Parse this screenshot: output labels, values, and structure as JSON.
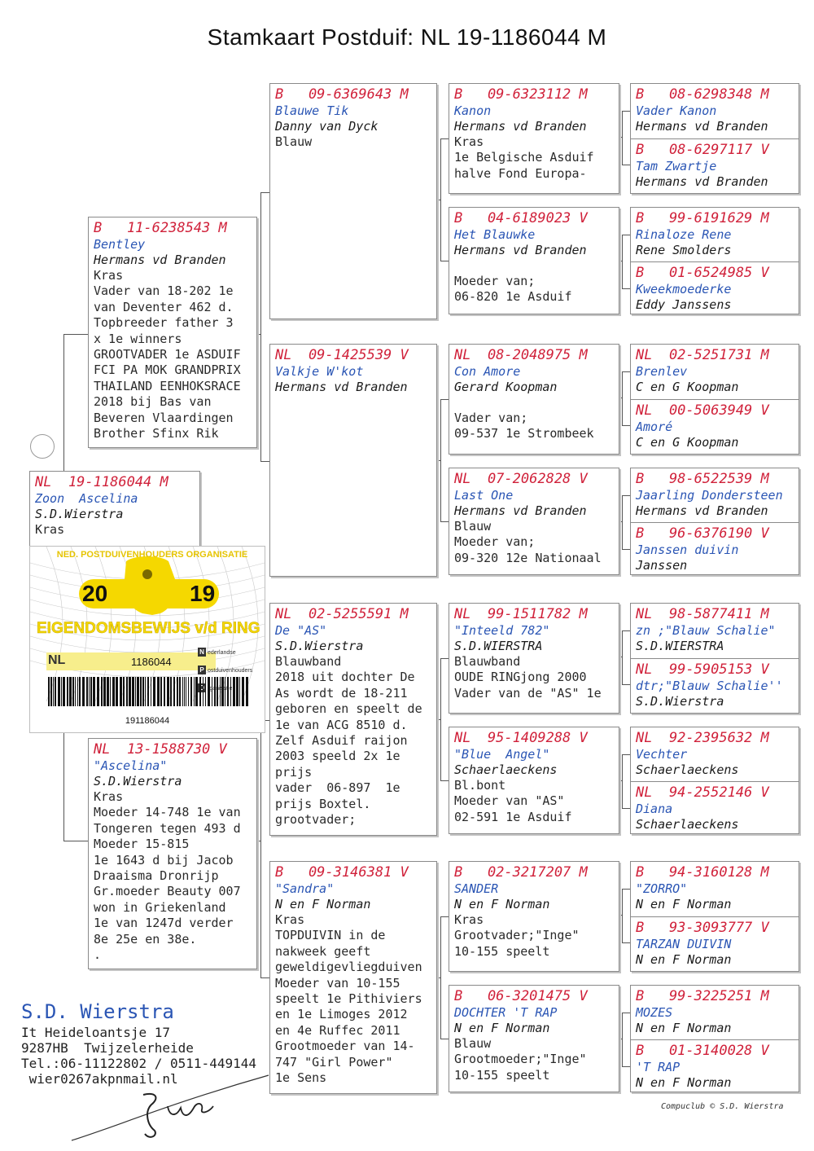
{
  "title": "Stamkaart Postduif: NL  19-1186044 M",
  "subject": {
    "ring": "NL  19-1186044 M",
    "name": "Zoon  Ascelina",
    "breeder": "S.D.Wierstra",
    "lines": [
      "Kras"
    ]
  },
  "sire": {
    "ring": "B   11-6238543 M",
    "name": "Bentley",
    "breeder": "Hermans vd Branden",
    "lines": [
      "Kras",
      "Vader van 18-202 1e",
      "van Deventer 462 d.",
      "Topbreeder father 3",
      "x 1e winners",
      "GROOTVADER 1e ASDUIF",
      "FCI PA MOK GRANDPRIX",
      "THAILAND EENHOKSRACE",
      "2018 bij Bas van",
      "Beveren Vlaardingen",
      "Brother Sfinx Rik"
    ]
  },
  "dam": {
    "ring": "NL  13-1588730 V",
    "name": "\"Ascelina\"",
    "breeder": "S.D.Wierstra",
    "lines": [
      "Kras",
      "Moeder 14-748 1e van",
      "Tongeren tegen 493 d",
      "Moeder 15-815",
      "1e 1643 d bij Jacob",
      "Draaisma Dronrijp",
      "Gr.moeder Beauty 007",
      "won in Griekenland",
      "1e van 1247d verder",
      "8e 25e en 38e.",
      "."
    ]
  },
  "gen2": [
    {
      "ring": "B   09-6369643 M",
      "name": "Blauwe Tik",
      "breeder": "Danny van Dyck",
      "lines": [
        "Blauw"
      ]
    },
    {
      "ring": "NL  09-1425539 V",
      "name": "Valkje W'kot",
      "breeder": "Hermans vd Branden",
      "lines": []
    },
    {
      "ring": "NL  02-5255591 M",
      "name": "De \"AS\"",
      "breeder": "S.D.Wierstra",
      "lines": [
        "Blauwband",
        "2018 uit dochter De",
        "As wordt de 18-211",
        "geboren en speelt de",
        "1e van ACG 8510 d.",
        "Zelf Asduif raijon",
        "2003 speeld 2x 1e",
        "prijs",
        "vader  06-897  1e",
        "prijs Boxtel.",
        "grootvader;"
      ]
    },
    {
      "ring": "B   09-3146381 V",
      "name": "\"Sandra\"",
      "breeder": "N en F Norman",
      "lines": [
        "Kras",
        "TOPDUIVIN in de",
        "nakweek geeft",
        "geweldigevliegduiven",
        "Moeder van 10-155",
        "speelt 1e Pithiviers",
        "en 1e Limoges 2012",
        "en 4e Ruffec 2011",
        "Grootmoeder van 14-",
        "747 \"Girl Power\"",
        "1e Sens"
      ]
    }
  ],
  "gen3": [
    {
      "ring": "B   09-6323112 M",
      "name": "Kanon",
      "breeder": "Hermans vd Branden",
      "gap": false,
      "lines": [
        "Kras",
        "1e Belgische Asduif",
        "halve Fond Europa-"
      ]
    },
    {
      "ring": "B   04-6189023 V",
      "name": "Het Blauwke",
      "breeder": "Hermans vd Branden",
      "gap": true,
      "lines": [
        "Moeder van;",
        "06-820 1e Asduif"
      ]
    },
    {
      "ring": "NL  08-2048975 M",
      "name": "Con Amore",
      "breeder": "Gerard Koopman",
      "gap": true,
      "lines": [
        "Vader van;",
        "09-537 1e Strombeek"
      ]
    },
    {
      "ring": "NL  07-2062828 V",
      "name": "Last One",
      "breeder": "Hermans vd Branden",
      "gap": false,
      "lines": [
        "Blauw",
        "Moeder van;",
        "09-320 12e Nationaal"
      ]
    },
    {
      "ring": "NL  99-1511782 M",
      "name": "\"Inteeld 782\"",
      "breeder": "S.D.WIERSTRA",
      "gap": false,
      "lines": [
        "Blauwband",
        "OUDE RINGjong 2000",
        "Vader van de \"AS\" 1e"
      ]
    },
    {
      "ring": "NL  95-1409288 V",
      "name": "\"Blue  Angel\"",
      "breeder": "Schaerlaeckens",
      "gap": false,
      "lines": [
        "Bl.bont",
        "Moeder van \"AS\"",
        "02-591 1e Asduif"
      ]
    },
    {
      "ring": "B   02-3217207 M",
      "name": "SANDER",
      "breeder": "N en F Norman",
      "gap": false,
      "lines": [
        "Kras",
        "Grootvader;\"Inge\"",
        "10-155 speelt"
      ]
    },
    {
      "ring": "B   06-3201475 V",
      "name": "DOCHTER 'T RAP",
      "breeder": "N en F Norman",
      "gap": false,
      "lines": [
        "Blauw",
        "Grootmoeder;\"Inge\"",
        "10-155 speelt"
      ]
    }
  ],
  "gen4": [
    {
      "ring": "B   08-6298348 M",
      "name": "Vader Kanon",
      "breeder": "Hermans vd Branden"
    },
    {
      "ring": "B   08-6297117 V",
      "name": "Tam Zwartje",
      "breeder": "Hermans vd Branden"
    },
    {
      "ring": "B   99-6191629 M",
      "name": "Rinaloze Rene",
      "breeder": "Rene Smolders"
    },
    {
      "ring": "B   01-6524985 V",
      "name": "Kweekmoederke",
      "breeder": "Eddy Janssens"
    },
    {
      "ring": "NL  02-5251731 M",
      "name": "Brenlev",
      "breeder": "C en G Koopman"
    },
    {
      "ring": "NL  00-5063949 V",
      "name": "Amoré",
      "breeder": "C en G Koopman"
    },
    {
      "ring": "B   98-6522539 M",
      "name": "Jaarling Dondersteen",
      "breeder": "Hermans vd Branden"
    },
    {
      "ring": "B   96-6376190 V",
      "name": "Janssen duivin",
      "breeder": "Janssen"
    },
    {
      "ring": "NL  98-5877411 M",
      "name": "zn ;\"Blauw Schalie\"",
      "breeder": "S.D.WIERSTRA"
    },
    {
      "ring": "NL  99-5905153 V",
      "name": "dtr;\"Blauw Schalie''",
      "breeder": "S.D.Wierstra"
    },
    {
      "ring": "NL  92-2395632 M",
      "name": "Vechter",
      "breeder": "Schaerlaeckens"
    },
    {
      "ring": "NL  94-2552146 V",
      "name": "Diana",
      "breeder": "Schaerlaeckens"
    },
    {
      "ring": "B   94-3160128 M",
      "name": "\"ZORRO\"",
      "breeder": "N en F Norman"
    },
    {
      "ring": "B   93-3093777 V",
      "name": "TARZAN DUIVIN",
      "breeder": "N en F Norman"
    },
    {
      "ring": "B   99-3225251 M",
      "name": "MOZES",
      "breeder": "N en F Norman"
    },
    {
      "ring": "B   01-3140028 V",
      "name": "'T RAP",
      "breeder": "N en F Norman"
    }
  ],
  "certificate": {
    "org": "NED. POSTDUIVENHOUDERS ORGANISATIE",
    "year_left": "20",
    "year_right": "19",
    "title": "EIGENDOMSBEWIJS v/d RING",
    "country": "NL",
    "number": "1186044",
    "org_lines": [
      "ederlandse",
      "ostduivenhouders",
      "rganisatie"
    ],
    "barcode_text": "191186044",
    "colors": {
      "yellow": "#f5d800"
    }
  },
  "owner": {
    "name": "S.D. Wierstra",
    "address": "It Heideloantsje 17",
    "city": "9287HB  Twijzelerheide",
    "phone": "Tel.:06-11122802 / 0511-449144",
    "email": " wier0267akpnmail.nl"
  },
  "footer": "Compuclub © S.D. Wierstra",
  "colors": {
    "ring": "#d0213a",
    "name": "#2a55b4"
  }
}
